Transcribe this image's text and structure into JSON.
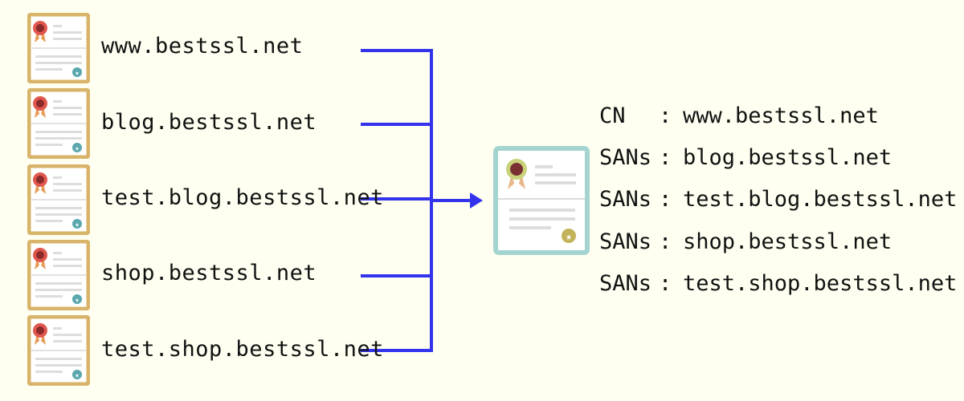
{
  "source_certificates": [
    {
      "domain": "www.bestssl.net"
    },
    {
      "domain": "blog.bestssl.net"
    },
    {
      "domain": "test.blog.bestssl.net"
    },
    {
      "domain": "shop.bestssl.net"
    },
    {
      "domain": "test.shop.bestssl.net"
    }
  ],
  "merged_certificate": {
    "entries": [
      {
        "key": "CN",
        "sep": ":",
        "value": "www.bestssl.net"
      },
      {
        "key": "SANs",
        "sep": ":",
        "value": "blog.bestssl.net"
      },
      {
        "key": "SANs",
        "sep": ":",
        "value": "test.blog.bestssl.net"
      },
      {
        "key": "SANs",
        "sep": ":",
        "value": "shop.bestssl.net"
      },
      {
        "key": "SANs",
        "sep": ":",
        "value": "test.shop.bestssl.net"
      }
    ]
  },
  "colors": {
    "background": "#fefff0",
    "connector": "#3333ee",
    "source_frame": "#d8b46a",
    "merged_frame": "#a3d4cf",
    "ribbon_red": "#e0574d",
    "seal_teal": "#5aa7ad",
    "seal_gold": "#c2b35a"
  }
}
